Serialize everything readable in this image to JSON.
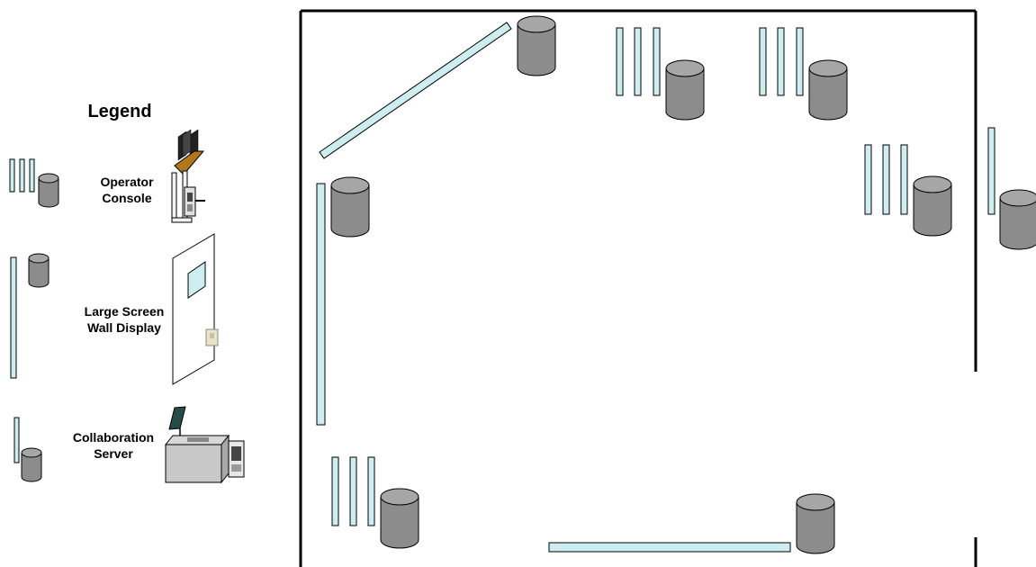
{
  "legend": {
    "title": "Legend",
    "items": [
      {
        "line1": "Operator",
        "line2": "Console",
        "icon": "operator-console-icon"
      },
      {
        "line1": "Large Screen",
        "line2": "Wall Display",
        "icon": "wall-display-icon"
      },
      {
        "line1": "Collaboration",
        "line2": "Server",
        "icon": "collaboration-server-icon"
      }
    ]
  },
  "colors": {
    "panel": "#cdeef0",
    "cylinder_body": "#8c8c8c",
    "cylinder_top": "#a6a6a6",
    "outline": "#000000"
  }
}
